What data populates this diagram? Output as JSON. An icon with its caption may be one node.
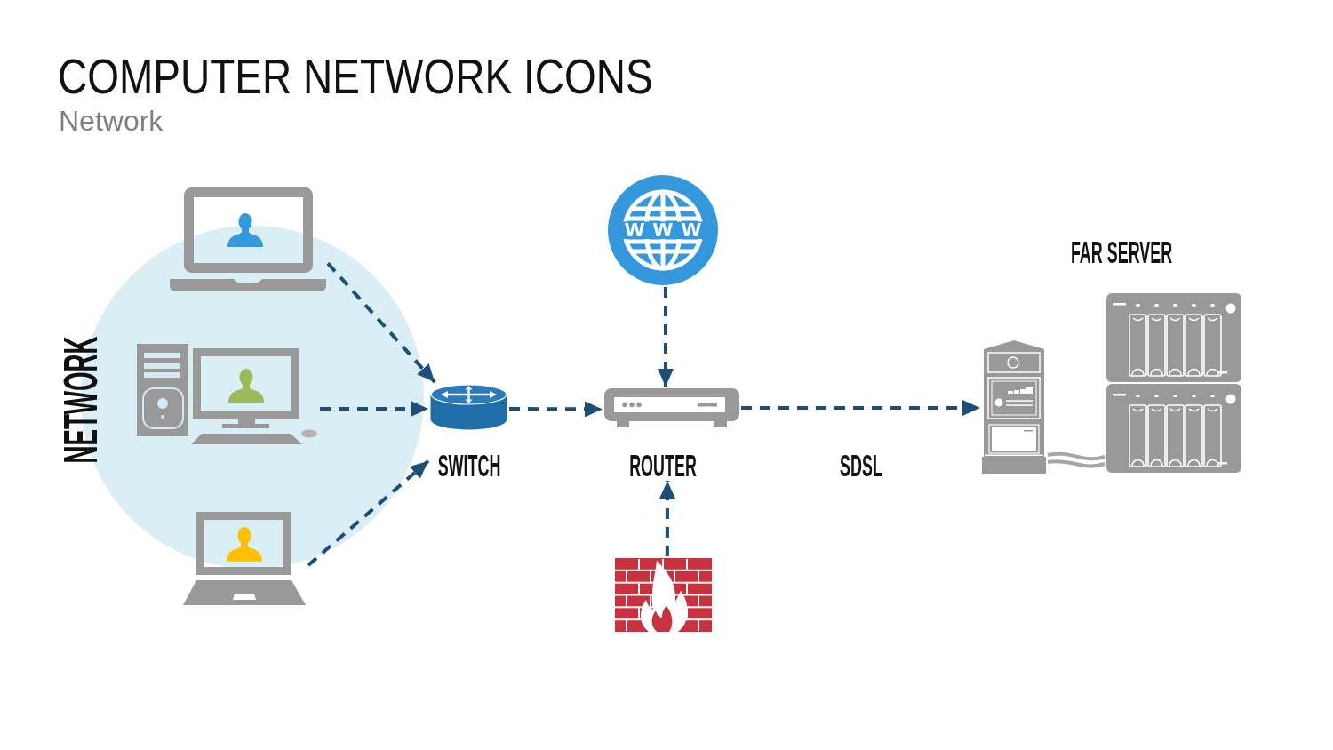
{
  "diagram": {
    "title": "COMPUTER NETWORK ICONS",
    "nodes": [
      {
        "text": [
          "NETWORK"
        ]
      },
      {
        "text": [],
        "shape": "picture"
      },
      {
        "text": [],
        "shape": "picture",
        "in": 0
      },
      {
        "text": [],
        "shape": "picture"
      },
      {
        "text": [
          "SWITCH"
        ]
      },
      {
        "text": [
          "www"
        ]
      },
      {
        "text": [
          "ROUTER"
        ]
      },
      {
        "text": [],
        "shape": "picture"
      },
      {
        "text": [],
        "shape": "picture"
      },
      {
        "text": [],
        "shape": "picture"
      },
      {
        "text": [],
        "shape": "picture"
      }
    ],
    "edges": [
      {
        "from": 1,
        "to": 4,
        "arrow": "to",
        "style": "dashed"
      },
      {
        "from": 2,
        "to": 4,
        "arrow": "to",
        "style": "dashed"
      },
      {
        "from": 3,
        "to": 4,
        "arrow": "to",
        "style": "dashed"
      },
      {
        "from": 4,
        "to": 6,
        "arrow": "to",
        "style": "dashed"
      },
      {
        "from": 5,
        "to": 6,
        "arrow": "to",
        "style": "dashed"
      },
      {
        "from": 7,
        "to": 6,
        "arrow": "to",
        "style": "dashed"
      },
      {
        "from": 6,
        "to": 8,
        "arrow": "to",
        "style": "dashed",
        "label": "SDSL"
      },
      {
        "from": 8,
        "to": 10,
        "arrow": "none",
        "color": "#a6a6a6"
      },
      {
        "from": 8,
        "to": 10,
        "arrow": "none",
        "color": "#a6a6a6"
      }
    ],
    "labels": [
      "Network",
      "FAR SERVER"
    ]
  }
}
